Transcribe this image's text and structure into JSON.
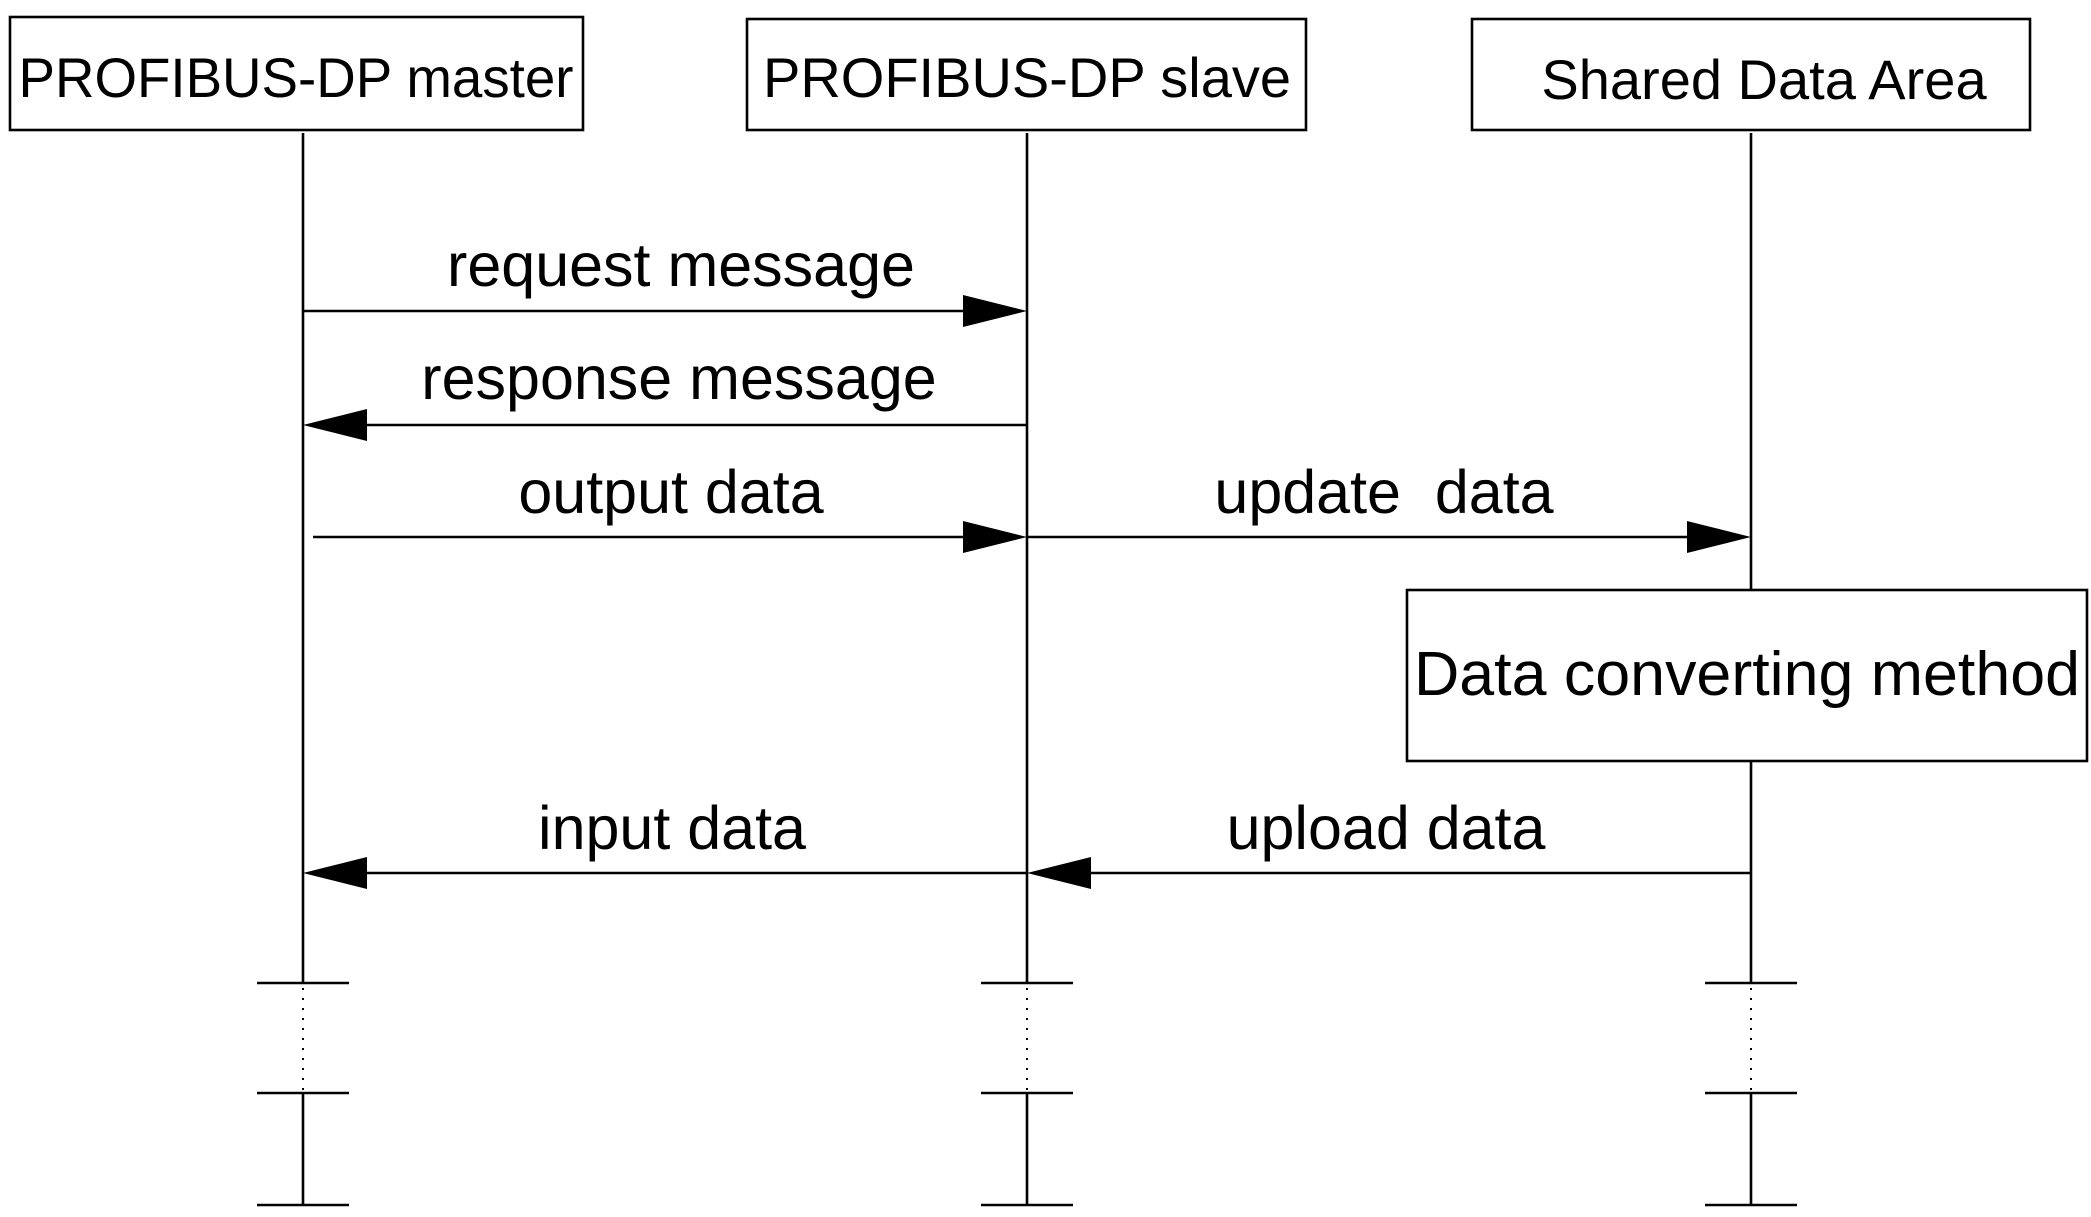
{
  "participants": {
    "master": "PROFIBUS-DP master",
    "slave": "PROFIBUS-DP slave",
    "shared": "Shared Data Area"
  },
  "messages": {
    "request": "request message",
    "response": "response message",
    "output": "output data",
    "update": "update  data",
    "input": "input data",
    "upload": "upload data"
  },
  "process": {
    "label": "Data converting method"
  }
}
